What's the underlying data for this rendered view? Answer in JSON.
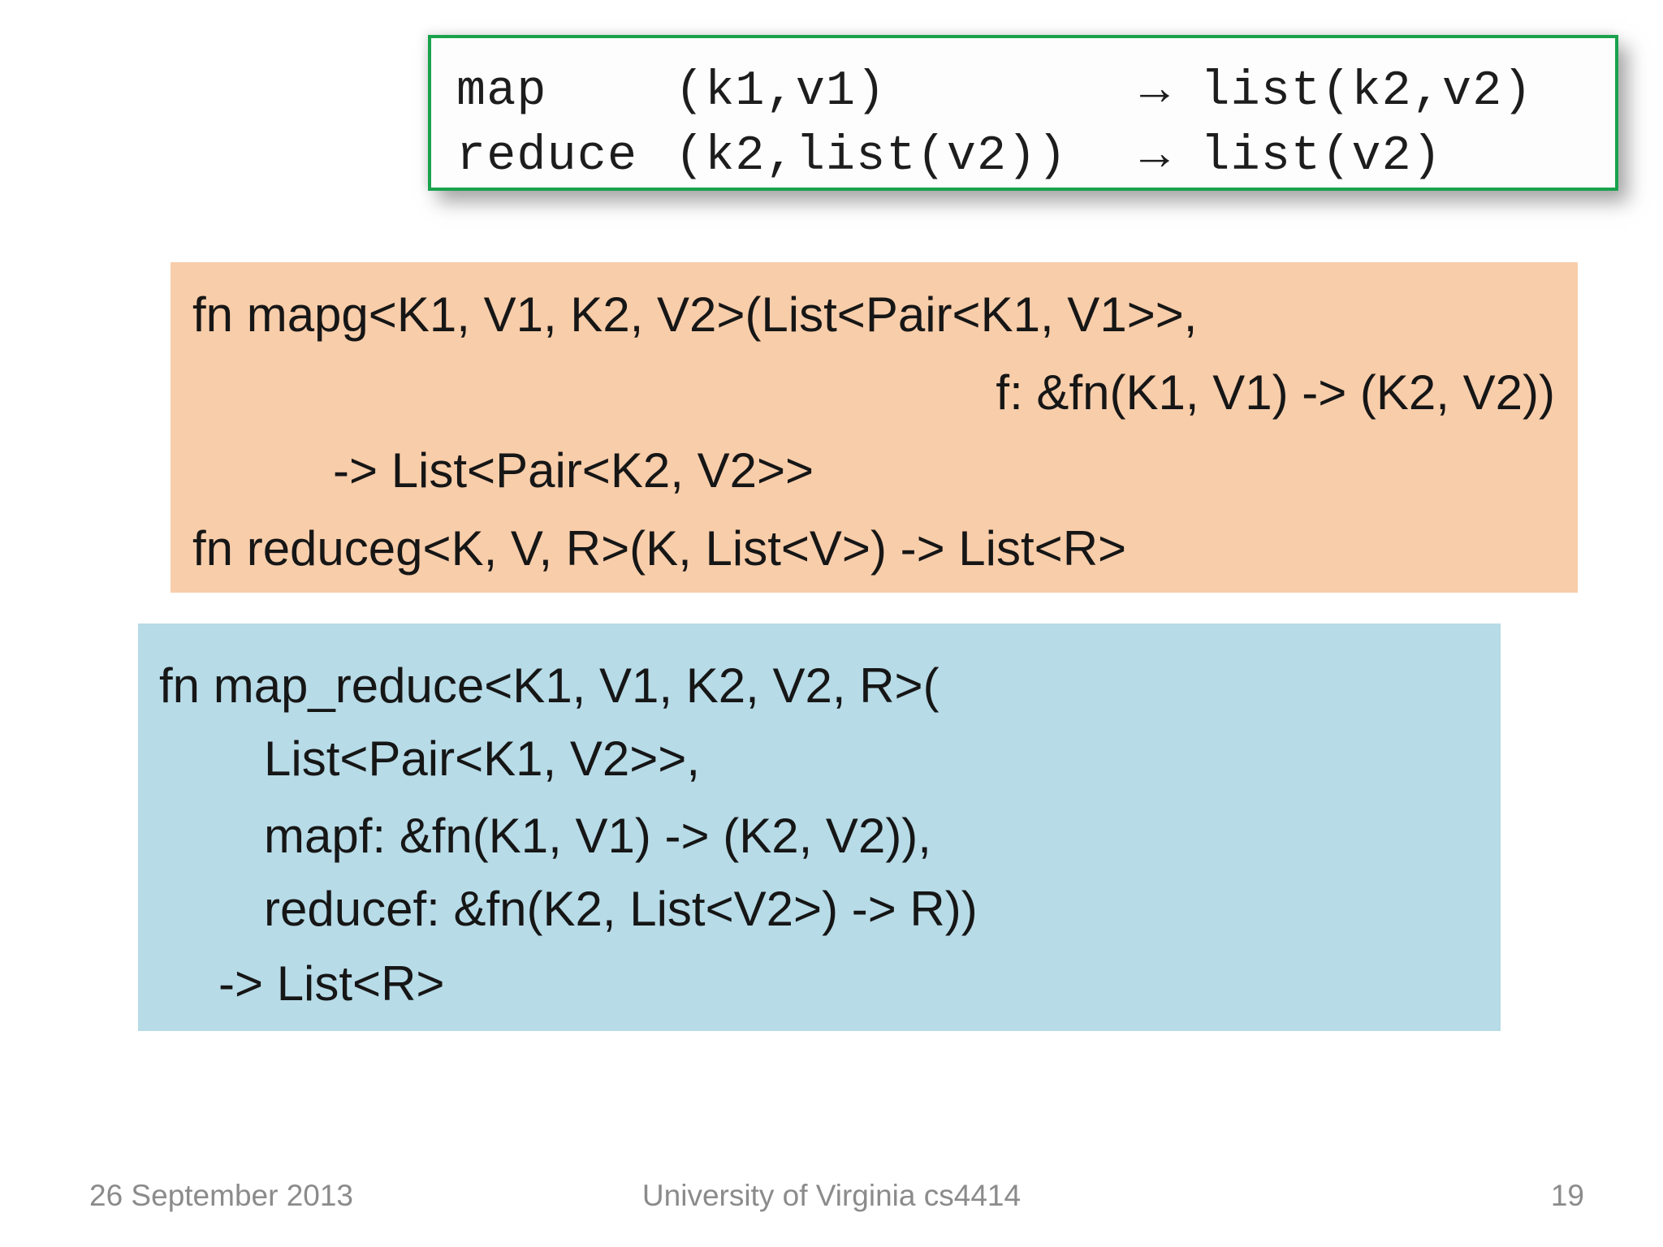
{
  "slide": {
    "signature_table": {
      "rows": [
        {
          "name": "map",
          "args": "(k1,v1)",
          "result": "→ list(k2,v2)"
        },
        {
          "name": "reduce",
          "args": "(k2,list(v2))",
          "result": "→ list(v2)"
        }
      ]
    },
    "generic_code": {
      "lines": [
        "fn mapg<K1, V1, K2, V2>(List<Pair<K1, V1>>,",
        "f: &fn(K1, V1) -> (K2, V2))",
        "-> List<Pair<K2, V2>>",
        "fn reduceg<K, V, R>(K, List<V>) -> List<R>"
      ]
    },
    "map_reduce_code": {
      "lines": [
        "fn map_reduce<K1, V1, K2, V2, R>(",
        "List<Pair<K1, V2>>,",
        "mapf: &fn(K1, V1) -> (K2, V2)),",
        "reducef: &fn(K2, List<V2>) -> R))",
        "-> List<R>"
      ]
    },
    "footer": {
      "date": "26 September 2013",
      "center": "University of Virginia cs4414",
      "page_number": "19"
    },
    "colors": {
      "generic_box_bg": "#F8CDAA",
      "map_reduce_box_bg": "#B7DBE7",
      "signature_border_green": "#19A24D",
      "footer_text": "#8B8B8B"
    }
  }
}
